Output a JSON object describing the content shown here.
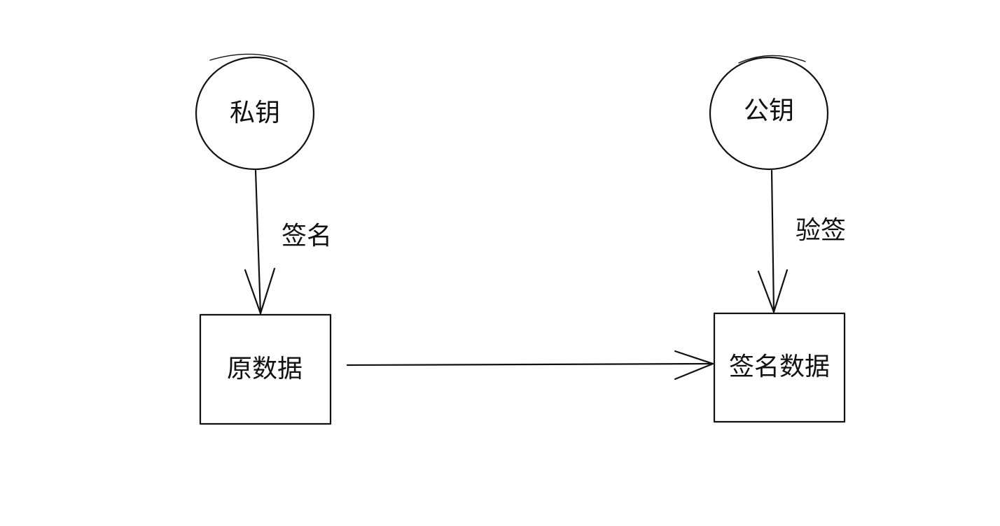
{
  "nodes": {
    "private_key": {
      "label": "私钥",
      "shape": "circle"
    },
    "public_key": {
      "label": "公钥",
      "shape": "circle"
    },
    "raw_data": {
      "label": "原数据",
      "shape": "rectangle"
    },
    "signed_data": {
      "label": "签名数据",
      "shape": "rectangle"
    }
  },
  "edges": {
    "sign": {
      "from": "private_key",
      "to": "raw_data",
      "label": "签名"
    },
    "verify": {
      "from": "public_key",
      "to": "signed_data",
      "label": "验签"
    },
    "transfer": {
      "from": "raw_data",
      "to": "signed_data",
      "label": ""
    }
  },
  "colors": {
    "stroke": "#111111",
    "background": "#ffffff"
  }
}
